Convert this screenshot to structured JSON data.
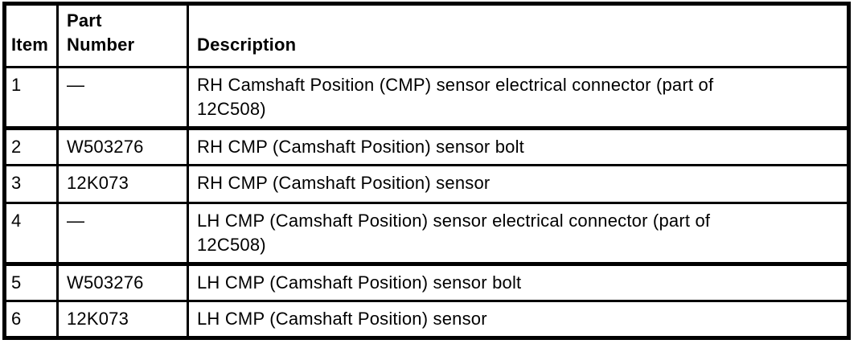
{
  "table": {
    "colors": {
      "border": "#000000",
      "background": "#ffffff",
      "text": "#000000"
    },
    "columns": [
      {
        "key": "item",
        "label": "Item"
      },
      {
        "key": "part_number",
        "label": "Part\nNumber"
      },
      {
        "key": "description",
        "label": "Description"
      }
    ],
    "rows": [
      {
        "item": "1",
        "part_number": "—",
        "description": "RH Camshaft Position (CMP) sensor electrical connector (part of\n12C508)"
      },
      {
        "item": "2",
        "part_number": "W503276",
        "description": "RH CMP (Camshaft Position) sensor bolt"
      },
      {
        "item": "3",
        "part_number": "12K073",
        "description": "RH CMP (Camshaft Position) sensor"
      },
      {
        "item": "4",
        "part_number": "—",
        "description": "LH CMP (Camshaft Position) sensor electrical connector (part of\n12C508)"
      },
      {
        "item": "5",
        "part_number": "W503276",
        "description": "LH CMP (Camshaft Position) sensor bolt"
      },
      {
        "item": "6",
        "part_number": "12K073",
        "description": "LH CMP (Camshaft Position) sensor"
      }
    ]
  }
}
